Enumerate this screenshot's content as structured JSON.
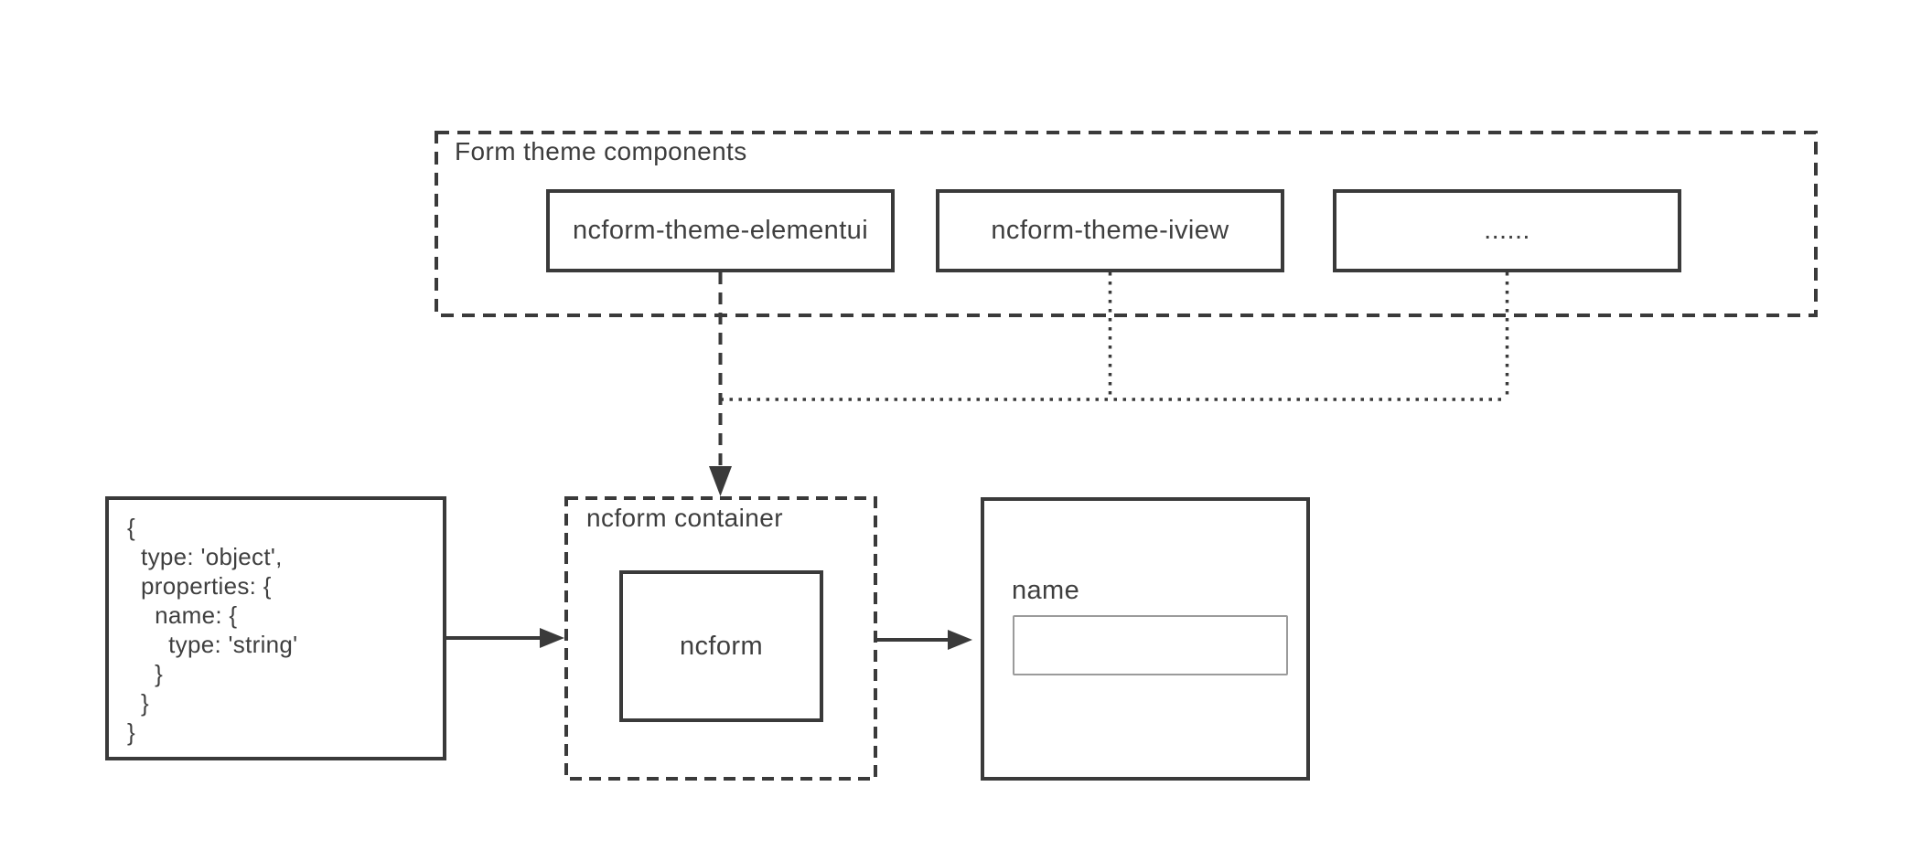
{
  "theme_group": {
    "label": "Form theme components",
    "boxes": [
      {
        "label": "ncform-theme-elementui"
      },
      {
        "label": "ncform-theme-iview"
      },
      {
        "label": "......"
      }
    ]
  },
  "schema_box": {
    "lines": [
      "{",
      "  type: 'object',",
      "  properties: {",
      "    name: {",
      "      type: 'string'",
      "    }",
      "  }",
      "}"
    ]
  },
  "container_group": {
    "label": "ncform container",
    "inner_label": "ncform"
  },
  "form_box": {
    "field_label": "name",
    "input_value": ""
  },
  "colors": {
    "stroke": "#3a3a3a",
    "text": "#3f3f3f",
    "input_border": "#9b9b9b",
    "background": "#ffffff"
  }
}
